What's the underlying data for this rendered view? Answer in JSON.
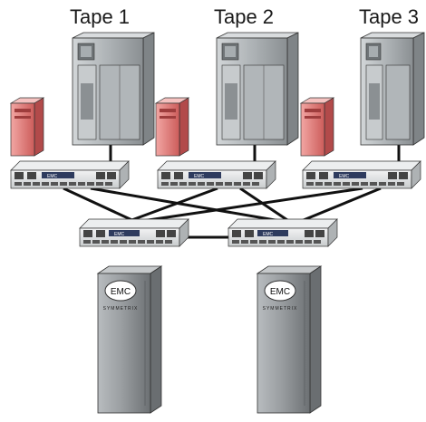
{
  "tapes": [
    {
      "label": "Tape 1"
    },
    {
      "label": "Tape 2"
    },
    {
      "label": "Tape 3"
    }
  ],
  "storage": [
    {
      "logo": "EMC",
      "brand": "SYMMETRIX"
    },
    {
      "logo": "EMC",
      "brand": "SYMMETRIX"
    }
  ],
  "switch_panel_text": "EMC",
  "colors": {
    "server": "#e07a78",
    "server_dark": "#b24a4a",
    "tape_body": "#9ea3a6",
    "tape_face": "#c4c9cc",
    "switch_body": "#dfe1e2",
    "storage": "#8d9194",
    "link": "#111111"
  }
}
